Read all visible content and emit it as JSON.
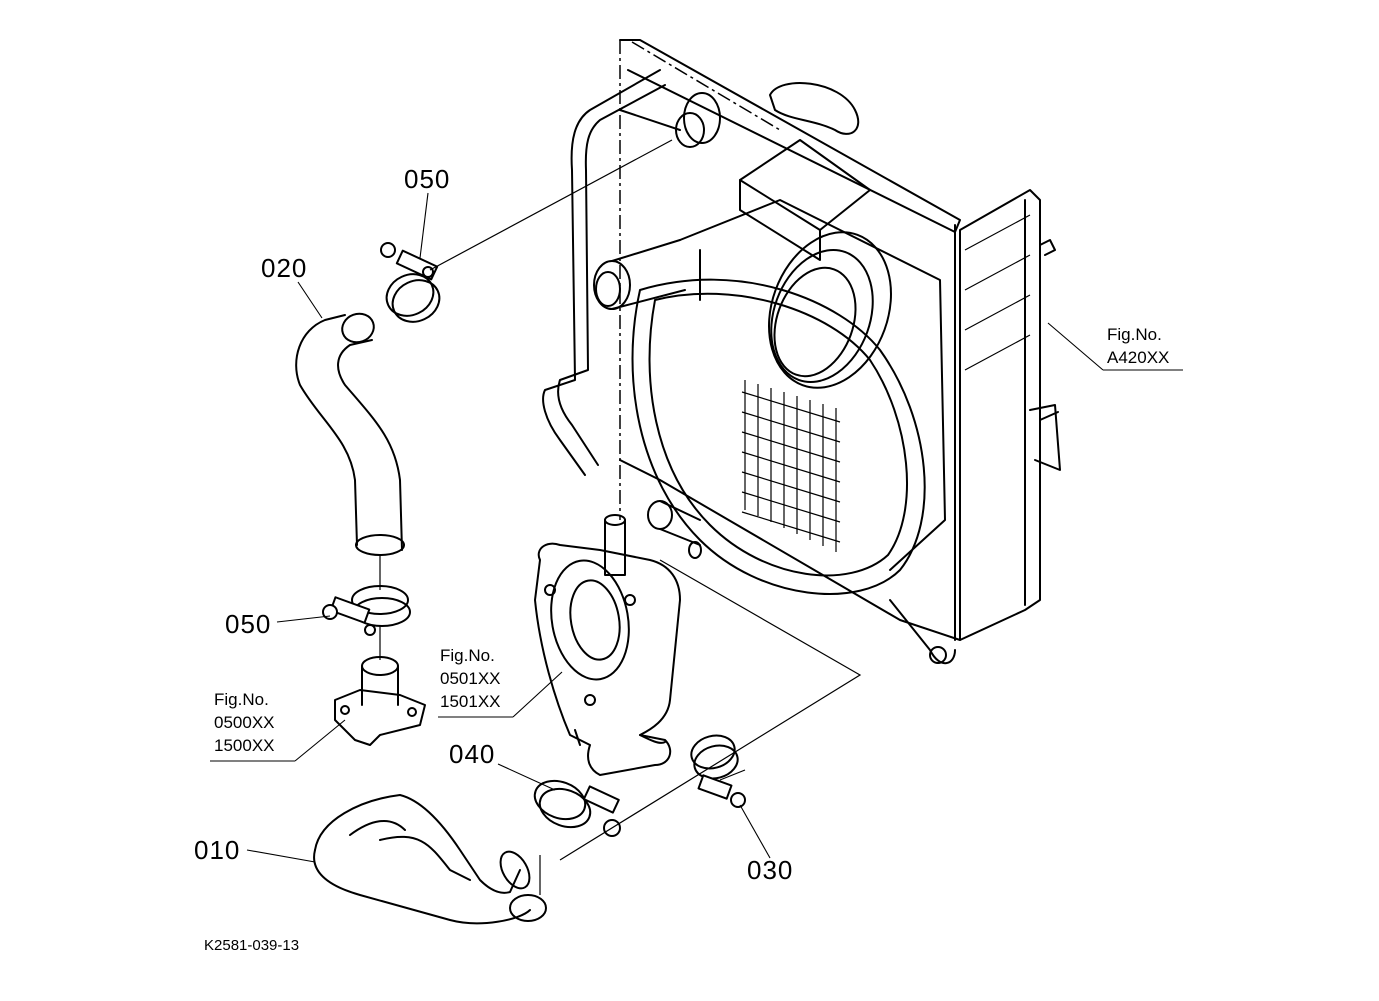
{
  "callouts": {
    "part_050_upper": "050",
    "part_020": "020",
    "part_050_lower": "050",
    "part_040": "040",
    "part_010": "010",
    "part_030": "030"
  },
  "figure_refs": {
    "radiator": {
      "label": "Fig.No.",
      "codes": "A420XX"
    },
    "water_pump": {
      "label": "Fig.No.",
      "codes": "0501XX\n1501XX"
    },
    "water_flange": {
      "label": "Fig.No.",
      "codes": "0500XX\n1500XX"
    }
  },
  "drawing_code": "K2581-039-13"
}
